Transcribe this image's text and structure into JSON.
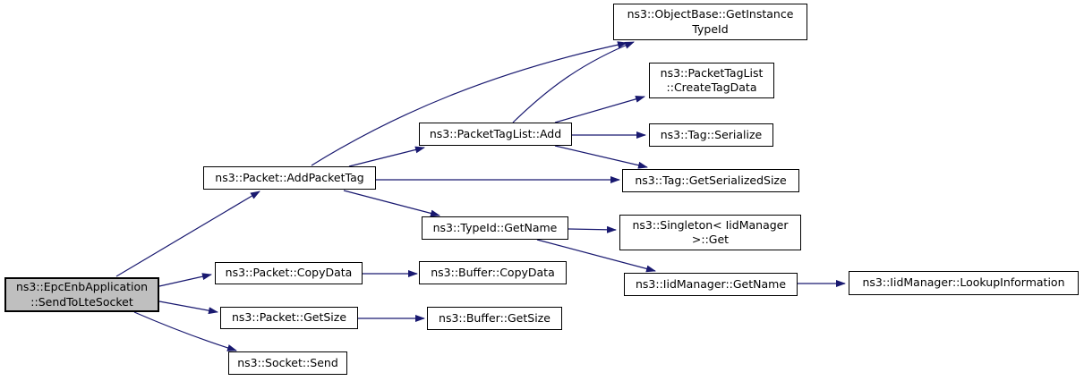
{
  "diagram": {
    "type": "doxygen-call-graph",
    "colors": {
      "edge": "#191970",
      "node_fill": "#ffffff",
      "node_border": "#000000",
      "highlight_fill": "#bfbfbf",
      "background": "#ffffff"
    },
    "nodes": [
      {
        "id": "ns3::EpcEnbApplication::SendToLteSocket",
        "label": "ns3::EpcEnbApplication\n::SendToLteSocket",
        "highlighted": true
      },
      {
        "id": "ns3::Packet::AddPacketTag",
        "label": "ns3::Packet::AddPacketTag",
        "highlighted": false
      },
      {
        "id": "ns3::Packet::CopyData",
        "label": "ns3::Packet::CopyData",
        "highlighted": false
      },
      {
        "id": "ns3::Packet::GetSize",
        "label": "ns3::Packet::GetSize",
        "highlighted": false
      },
      {
        "id": "ns3::Socket::Send",
        "label": "ns3::Socket::Send",
        "highlighted": false
      },
      {
        "id": "ns3::PacketTagList::Add",
        "label": "ns3::PacketTagList::Add",
        "highlighted": false
      },
      {
        "id": "ns3::TypeId::GetName",
        "label": "ns3::TypeId::GetName",
        "highlighted": false
      },
      {
        "id": "ns3::Buffer::CopyData",
        "label": "ns3::Buffer::CopyData",
        "highlighted": false
      },
      {
        "id": "ns3::Buffer::GetSize",
        "label": "ns3::Buffer::GetSize",
        "highlighted": false
      },
      {
        "id": "ns3::ObjectBase::GetInstanceTypeId",
        "label": "ns3::ObjectBase::GetInstance\nTypeId",
        "highlighted": false
      },
      {
        "id": "ns3::PacketTagList::CreateTagData",
        "label": "ns3::PacketTagList\n::CreateTagData",
        "highlighted": false
      },
      {
        "id": "ns3::Tag::Serialize",
        "label": "ns3::Tag::Serialize",
        "highlighted": false
      },
      {
        "id": "ns3::Tag::GetSerializedSize",
        "label": "ns3::Tag::GetSerializedSize",
        "highlighted": false
      },
      {
        "id": "ns3::Singleton< IidManager >::Get",
        "label": "ns3::Singleton< IidManager\n>::Get",
        "highlighted": false
      },
      {
        "id": "ns3::IidManager::GetName",
        "label": "ns3::IidManager::GetName",
        "highlighted": false
      },
      {
        "id": "ns3::IidManager::LookupInformation",
        "label": "ns3::IidManager::LookupInformation",
        "highlighted": false
      }
    ],
    "edges": [
      {
        "from": "ns3::EpcEnbApplication::SendToLteSocket",
        "to": "ns3::Packet::AddPacketTag"
      },
      {
        "from": "ns3::EpcEnbApplication::SendToLteSocket",
        "to": "ns3::Packet::CopyData"
      },
      {
        "from": "ns3::EpcEnbApplication::SendToLteSocket",
        "to": "ns3::Packet::GetSize"
      },
      {
        "from": "ns3::EpcEnbApplication::SendToLteSocket",
        "to": "ns3::Socket::Send"
      },
      {
        "from": "ns3::Packet::AddPacketTag",
        "to": "ns3::PacketTagList::Add"
      },
      {
        "from": "ns3::Packet::AddPacketTag",
        "to": "ns3::ObjectBase::GetInstanceTypeId"
      },
      {
        "from": "ns3::Packet::AddPacketTag",
        "to": "ns3::Tag::GetSerializedSize"
      },
      {
        "from": "ns3::Packet::AddPacketTag",
        "to": "ns3::TypeId::GetName"
      },
      {
        "from": "ns3::PacketTagList::Add",
        "to": "ns3::ObjectBase::GetInstanceTypeId"
      },
      {
        "from": "ns3::PacketTagList::Add",
        "to": "ns3::PacketTagList::CreateTagData"
      },
      {
        "from": "ns3::PacketTagList::Add",
        "to": "ns3::Tag::Serialize"
      },
      {
        "from": "ns3::PacketTagList::Add",
        "to": "ns3::Tag::GetSerializedSize"
      },
      {
        "from": "ns3::TypeId::GetName",
        "to": "ns3::Singleton< IidManager >::Get"
      },
      {
        "from": "ns3::TypeId::GetName",
        "to": "ns3::IidManager::GetName"
      },
      {
        "from": "ns3::IidManager::GetName",
        "to": "ns3::IidManager::LookupInformation"
      },
      {
        "from": "ns3::Packet::CopyData",
        "to": "ns3::Buffer::CopyData"
      },
      {
        "from": "ns3::Packet::GetSize",
        "to": "ns3::Buffer::GetSize"
      }
    ]
  }
}
